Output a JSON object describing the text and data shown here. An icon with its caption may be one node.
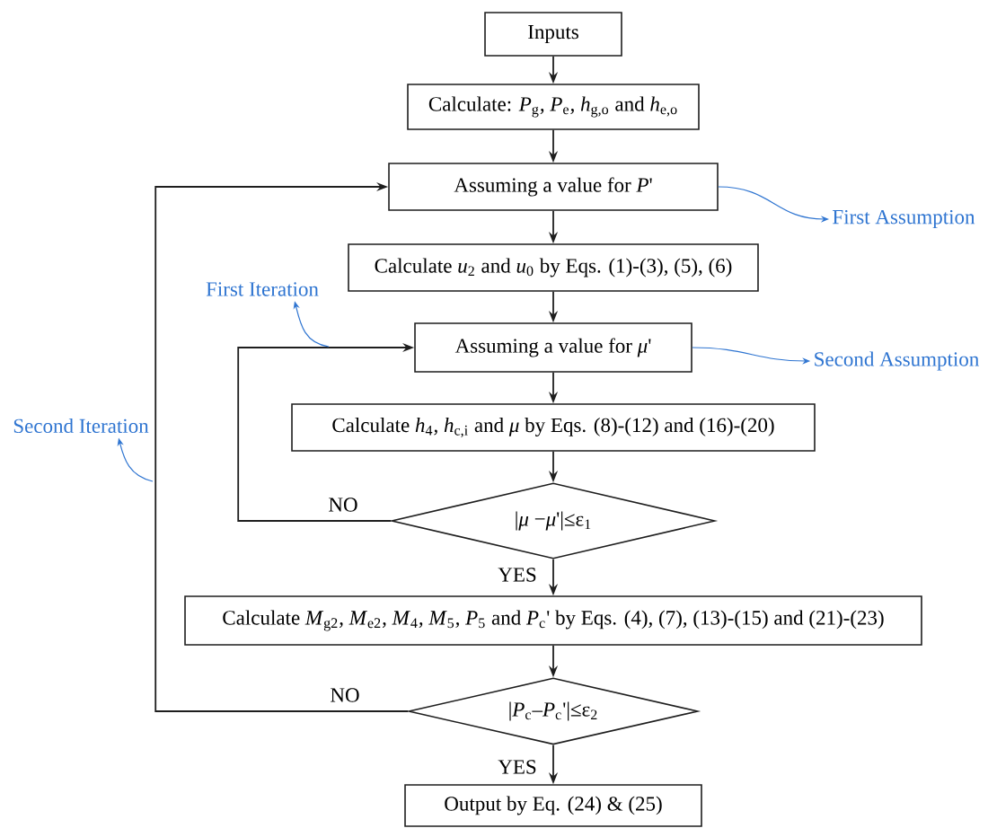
{
  "diagram": {
    "nodes": [
      {
        "text": [
          "Inputs"
        ]
      },
      {
        "text": [
          "Calculate: *P*$_{g}$, *P*$_{e}$, *h*$_{g,o}$ and *h*$_{e,o}$"
        ]
      },
      {
        "text": [
          "Assuming a value for *P*'"
        ]
      },
      {
        "text": [
          "Calculate *u*$_{2}$ and *u*$_{0}$ by Eqs. (1)-(3), (5), (6)"
        ]
      },
      {
        "text": [
          "Assuming a value for *μ*'"
        ]
      },
      {
        "text": [
          "Calculate *h*$_{4}$, *h*$_{c,i}$ and *μ* by Eqs. (8)-(12) and (16)-(20)"
        ]
      },
      {
        "text": [
          "|*μ* −*μ*'|≤ε$_{1}$"
        ]
      },
      {
        "text": [
          "Calculate *M*$_{g2}$, *M*$_{e2}$, *M*$_{4}$, *M*$_{5}$, *P*$_{5}$ and *P*$_{c}$' by Eqs. (4), (7), (13)-(15) and (21)-(23)"
        ]
      },
      {
        "text": [
          "|*P*$_{c}$–*P*$_{c}$'|≤ε$_{2}$"
        ]
      },
      {
        "text": [
          "Output by Eq. (24) & (25)"
        ]
      },
      {
        "text": [
          "First Assumption"
        ]
      },
      {
        "text": [
          "Second Assumption"
        ]
      },
      {
        "text": [
          "First Iteration"
        ]
      },
      {
        "text": [
          "Second Iteration"
        ]
      }
    ],
    "edges": [
      {
        "from": 0,
        "to": 1,
        "arrow": "to"
      },
      {
        "from": 1,
        "to": 2,
        "arrow": "to"
      },
      {
        "from": 2,
        "to": 3,
        "arrow": "to"
      },
      {
        "from": 3,
        "to": 4,
        "arrow": "to"
      },
      {
        "from": 4,
        "to": 5,
        "arrow": "to"
      },
      {
        "from": 5,
        "to": 6,
        "arrow": "to"
      },
      {
        "from": 6,
        "to": 7,
        "arrow": "to",
        "label": "YES"
      },
      {
        "from": 6,
        "to": 4,
        "arrow": "to",
        "label": "NO"
      },
      {
        "from": 7,
        "to": 8,
        "arrow": "to"
      },
      {
        "from": 8,
        "to": 9,
        "arrow": "to",
        "label": "YES"
      },
      {
        "from": 8,
        "to": 2,
        "arrow": "to",
        "label": "NO"
      },
      {
        "from": 2,
        "to": 10,
        "arrow": "to",
        "color": "#2f75d1"
      },
      {
        "from": 4,
        "to": 11,
        "arrow": "to",
        "color": "#2f75d1"
      },
      {
        "from": null,
        "to": 12,
        "arrow": "to",
        "color": "#2f75d1"
      },
      {
        "from": null,
        "to": 13,
        "arrow": "to",
        "color": "#2f75d1"
      }
    ]
  }
}
